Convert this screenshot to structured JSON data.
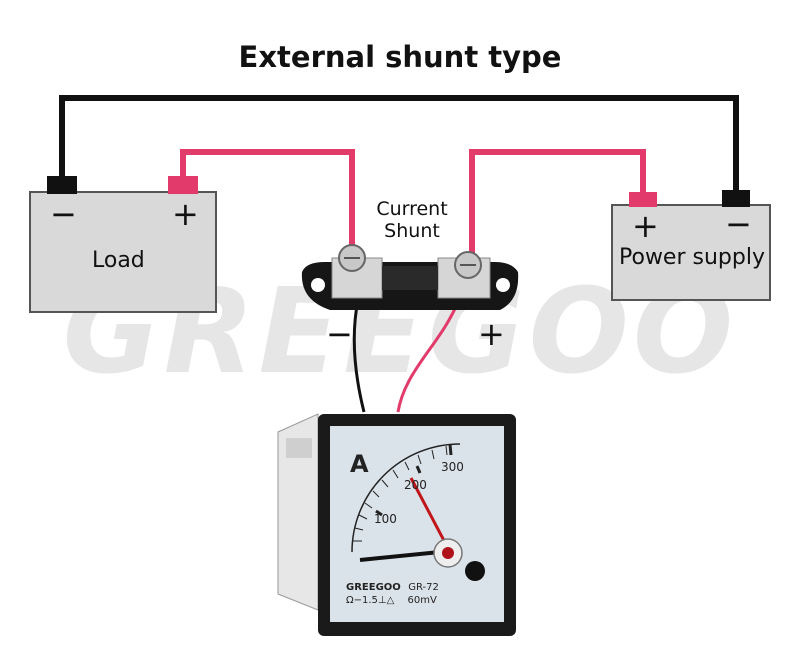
{
  "title": "External shunt type",
  "watermark": "GREEGOO",
  "load": {
    "label": "Load",
    "minus": "−",
    "plus": "+"
  },
  "power_supply": {
    "label": "Power supply",
    "plus": "+",
    "minus": "−"
  },
  "shunt": {
    "label_line1": "Current",
    "label_line2": "Shunt",
    "minus": "−",
    "plus": "+"
  },
  "meter": {
    "unit": "A",
    "scale": [
      "100",
      "200",
      "300"
    ],
    "brand": "GREEGOO",
    "model": "GR-72",
    "specs": "Ω−1.5⊥△",
    "rating": "60mV"
  },
  "colors": {
    "positive_wire": "#e23b6b",
    "negative_wire": "#111111",
    "box": "#d9d9d9"
  }
}
